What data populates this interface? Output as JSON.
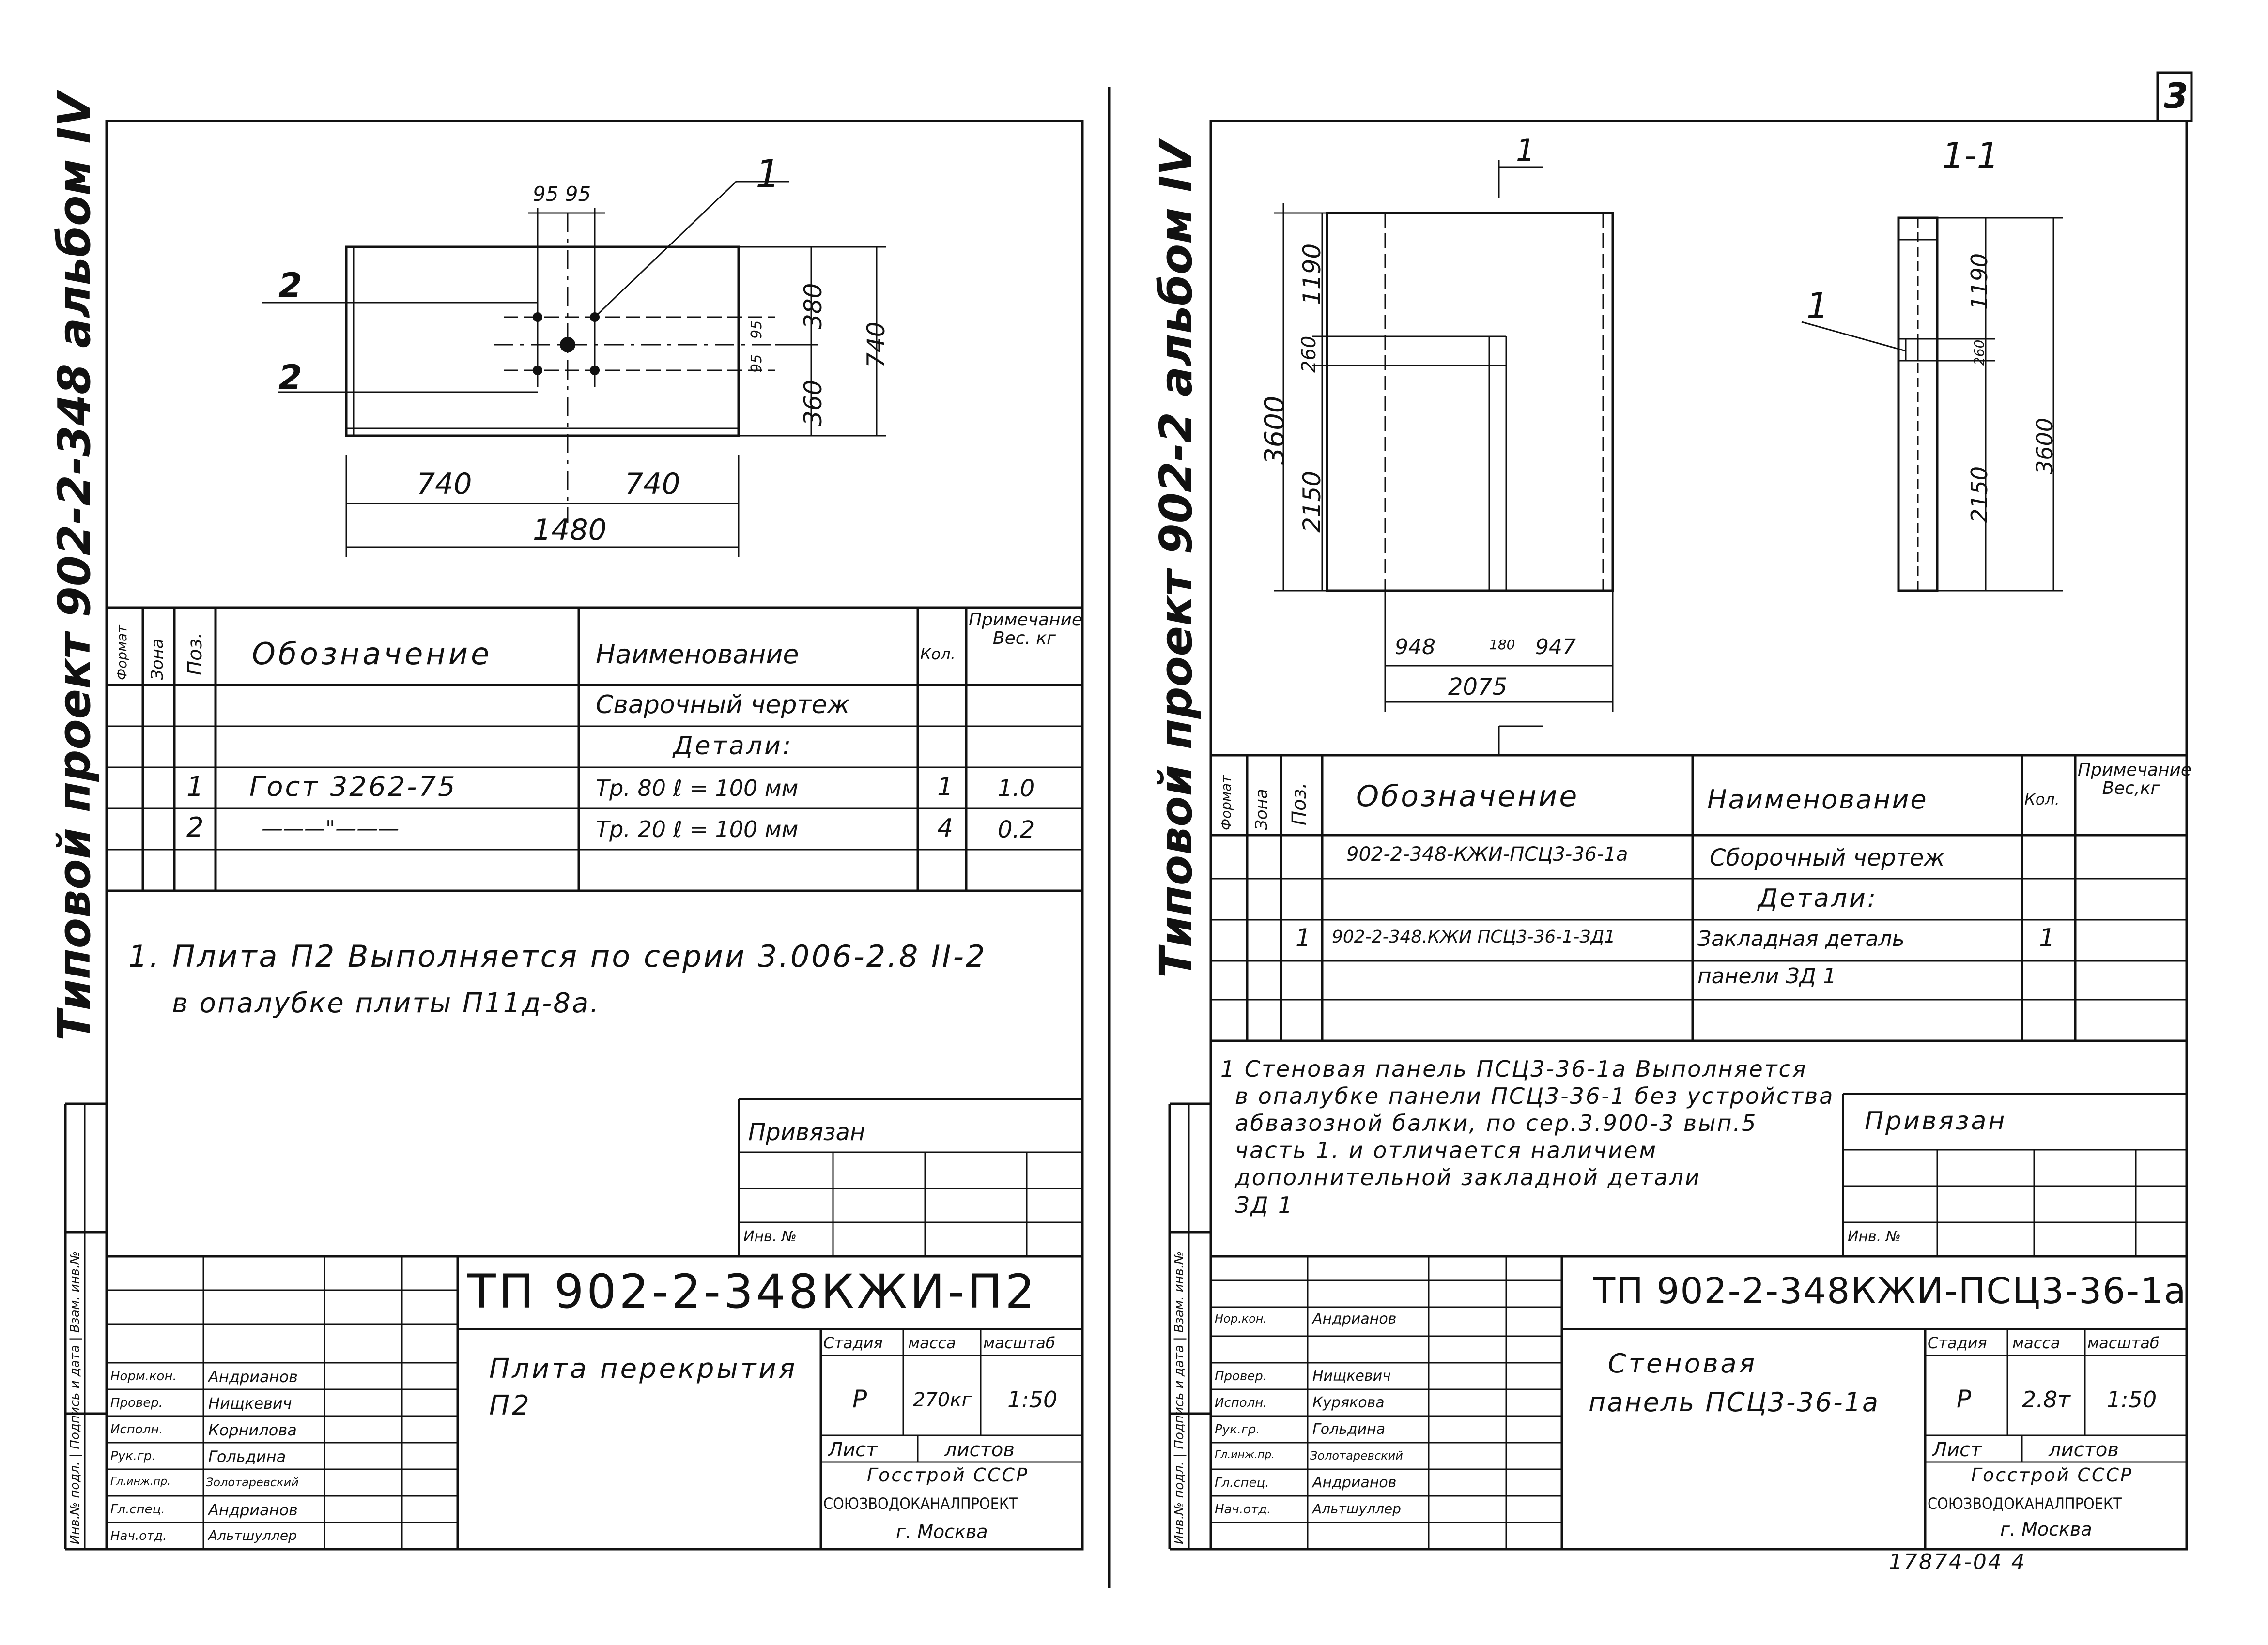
{
  "sheet_number": "3",
  "footer_code": "17874-04  4",
  "left": {
    "margin_title": "Типовой проект 902-2-348 альбом IV",
    "drawing": {
      "callout": "1",
      "pos_top": "2",
      "pos_bottom": "2",
      "dim_top": "95 95",
      "dim_right_top": "380",
      "dim_right_bottom": "360",
      "dim_right_total": "740",
      "dim_right_small_a": "95",
      "dim_right_small_b": "95",
      "dim_bottom_left": "740",
      "dim_bottom_right": "740",
      "dim_bottom_total": "1480"
    },
    "spec": {
      "side_headers": [
        "Формат",
        "Зона",
        "Поз."
      ],
      "header_designation": "Обозначение",
      "header_name": "Наименование",
      "header_qty": "Кол.",
      "header_note": "Примечание Вес. кг",
      "rows": [
        {
          "pos": "",
          "designation": "",
          "name": "Сварочный чертеж",
          "qty": "",
          "note": ""
        },
        {
          "pos": "",
          "designation": "",
          "name": "Детали:",
          "qty": "",
          "note": ""
        },
        {
          "pos": "1",
          "designation": "Гост 3262-75",
          "name": "Тр. 80   ℓ = 100 мм",
          "qty": "1",
          "note": "1.0"
        },
        {
          "pos": "2",
          "designation": "———\"———",
          "name": "Тр. 20   ℓ = 100 мм",
          "qty": "4",
          "note": "0.2"
        },
        {
          "pos": "",
          "designation": "",
          "name": "",
          "qty": "",
          "note": ""
        }
      ]
    },
    "note_line1": "1. Плита П2 Выполняется по серии 3.006-2.8 II-2",
    "note_line2": "в опалубке плиты П11д-8а.",
    "privyazan": "Привязан",
    "inv_no": "Инв. №",
    "margin_stamp": "Инв.№ подл. | Подпись и дата | Взам. инв.№",
    "title_code": "ТП 902-2-348КЖИ-П2",
    "title_name": "Плита перекрытия П2",
    "stage_label": "Стадия",
    "mass_label": "масса",
    "scale_label": "масштаб",
    "stage": "Р",
    "mass": "270кг",
    "scale": "1:50",
    "sheet_label": "Лист",
    "sheets_label": "листов",
    "org1": "Госстрой СССР",
    "org2": "СОЮЗВОДОКАНАЛПРОЕКТ",
    "org3": "г. Москва",
    "signatures": [
      {
        "role": "Норм.кон.",
        "name": "Андрианов"
      },
      {
        "role": "Провер.",
        "name": "Нищкевич"
      },
      {
        "role": "Исполн.",
        "name": "Корнилова"
      },
      {
        "role": "Рук.гр.",
        "name": "Гольдина"
      },
      {
        "role": "Гл.инж.пр.",
        "name": "Золотаревский"
      },
      {
        "role": "Гл.спец.",
        "name": "Андрианов"
      },
      {
        "role": "Нач.отд.",
        "name": "Альтшуллер"
      }
    ]
  },
  "right": {
    "margin_title": "Типовой проект 902-2 альбом IV",
    "drawing": {
      "cut_mark": "1",
      "section_label": "1-1",
      "callout": "1",
      "dim_h_total": "3600",
      "dim_h_top": "1190",
      "dim_h_mid": "260",
      "dim_h_bottom": "2150",
      "dim_w_left": "948",
      "dim_w_mid": "180",
      "dim_w_right": "947",
      "dim_w_total": "2075",
      "sec_h_top": "1190",
      "sec_h_mid": "260",
      "sec_h_bottom": "2150",
      "sec_h_total": "3600"
    },
    "spec": {
      "side_headers": [
        "Формат",
        "Зона",
        "Поз."
      ],
      "header_designation": "Обозначение",
      "header_name": "Наименование",
      "header_qty": "Кол.",
      "header_note": "Примечание Вес,кг",
      "rows": [
        {
          "pos": "",
          "designation": "902-2-348-КЖИ-ПСЦ3-36-1а",
          "name": "Сборочный чертеж",
          "qty": "",
          "note": ""
        },
        {
          "pos": "",
          "designation": "",
          "name": "Детали:",
          "qty": "",
          "note": ""
        },
        {
          "pos": "1",
          "designation": "902-2-348.КЖИ ПСЦ3-36-1-ЗД1",
          "name": "Закладная деталь",
          "qty": "1",
          "note": ""
        },
        {
          "pos": "",
          "designation": "",
          "name": "панели ЗД 1",
          "qty": "",
          "note": ""
        },
        {
          "pos": "",
          "designation": "",
          "name": "",
          "qty": "",
          "note": ""
        }
      ]
    },
    "note_lines": [
      "1 Стеновая панель ПСЦ3-36-1а Выполняется",
      "в опалубке панели ПСЦ3-36-1 без устройства",
      "абвазозной балки, по сер.3.900-3 вып.5",
      "часть 1. и отличается наличием",
      "дополнительной закладной детали",
      "ЗД 1"
    ],
    "privyazan": "Привязан",
    "inv_no": "Инв. №",
    "margin_stamp": "Инв.№ подл. | Подпись и дата | Взам. инв.№",
    "title_code": "ТП 902-2-348КЖИ-ПСЦ3-36-1а",
    "title_name_1": "Стеновая",
    "title_name_2": "панель ПСЦ3-36-1а",
    "stage_label": "Стадия",
    "mass_label": "масса",
    "scale_label": "масштаб",
    "stage": "Р",
    "mass": "2.8т",
    "scale": "1:50",
    "sheet_label": "Лист",
    "sheets_label": "листов",
    "org1": "Госстрой СССР",
    "org2": "СОЮЗВОДОКАНАЛПРОЕКТ",
    "org3": "г. Москва",
    "signatures": [
      {
        "role": "Нор.кон.",
        "name": "Андрианов"
      },
      {
        "role": "Провер.",
        "name": "Нищкевич"
      },
      {
        "role": "Исполн.",
        "name": "Курякова"
      },
      {
        "role": "Рук.гр.",
        "name": "Гольдина"
      },
      {
        "role": "Гл.инж.пр.",
        "name": "Золотаревский"
      },
      {
        "role": "Гл.спец.",
        "name": "Андрианов"
      },
      {
        "role": "Нач.отд.",
        "name": "Альтшуллер"
      }
    ]
  }
}
